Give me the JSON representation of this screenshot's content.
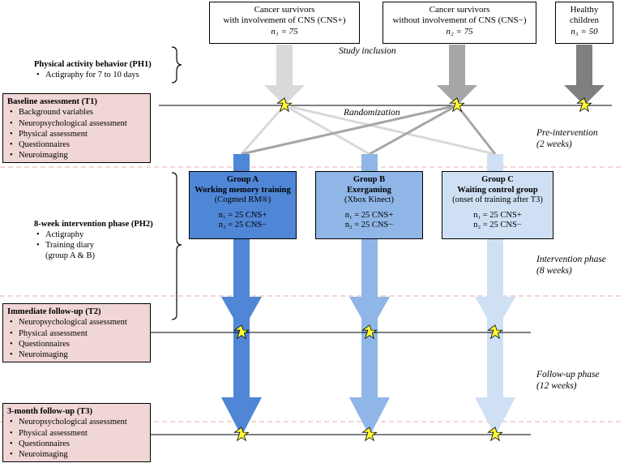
{
  "populations": [
    {
      "line1": "Cancer survivors",
      "line2": "with involvement of CNS (CNS+)",
      "n": "n₁ = 75"
    },
    {
      "line1": "Cancer survivors",
      "line2": "without involvement of CNS (CNS−)",
      "n": "n₂ = 75"
    },
    {
      "line1": "Healthy",
      "line2": "children",
      "n": "n₃ = 50"
    }
  ],
  "labels": {
    "study_inclusion": "Study inclusion",
    "randomization": "Randomization"
  },
  "ph1": {
    "title": "Physical activity behavior (PH1)",
    "items": [
      "Actigraphy for 7 to 10 days"
    ]
  },
  "ph2": {
    "title": "8-week intervention phase (PH2)",
    "items": [
      "Actigraphy",
      "Training diary",
      "(group A & B)"
    ]
  },
  "assessments": [
    {
      "title": "Baseline assessment (T1)",
      "items": [
        "Background variables",
        "Neuropsychological assessment",
        "Physical assessment",
        "Questionnaires",
        "Neuroimaging"
      ]
    },
    {
      "title": "Immediate follow-up (T2)",
      "items": [
        "Neuropsychological assessment",
        "Physical assessment",
        "Questionnaires",
        "Neuroimaging"
      ]
    },
    {
      "title": "3-month follow-up (T3)",
      "items": [
        "Neuropsychological assessment",
        "Physical assessment",
        "Questionnaires",
        "Neuroimaging"
      ]
    }
  ],
  "groups": [
    {
      "name": "Group A",
      "sub": "Working memory training",
      "detail": "(Cogmed RM®)",
      "n1": "n₁ = 25 CNS+",
      "n2": "n₂ = 25 CNS−",
      "color": "#4f86d6"
    },
    {
      "name": "Group B",
      "sub": "Exergaming",
      "detail": "(Xbox Kinect)",
      "n1": "n₁ = 25 CNS+",
      "n2": "n₂ = 25 CNS−",
      "color": "#8fb6e6"
    },
    {
      "name": "Group C",
      "sub": "Waiting control group",
      "detail": "(onset of training after T3)",
      "n1": "n₁ = 25 CNS+",
      "n2": "n₂ = 25 CNS−",
      "color": "#cfe0f5"
    }
  ],
  "phases": [
    {
      "line1": "Pre-intervention",
      "line2": "(2 weeks)"
    },
    {
      "line1": "Intervention phase",
      "line2": "(8 weeks)"
    },
    {
      "line1": "Follow-up phase",
      "line2": "(12 weeks)"
    }
  ],
  "colors": {
    "assessment_fill": "#f1d6d6",
    "divider": "#e8a8a8",
    "star": "#ffff33",
    "arrow_cns_plus": "#d9d9d9",
    "arrow_cns_minus": "#a6a6a6",
    "arrow_healthy": "#7f7f7f"
  }
}
